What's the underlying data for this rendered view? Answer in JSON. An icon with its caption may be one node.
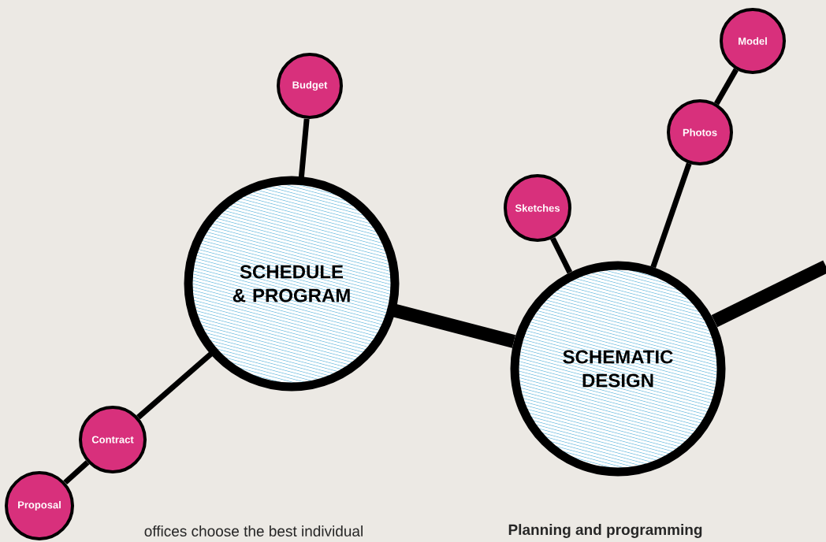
{
  "diagram": {
    "nodes": [
      {
        "text": [
          "Budget"
        ]
      },
      {
        "text": [
          "SCHEDULE & PROGRAM"
        ]
      },
      {
        "text": [
          "Contract"
        ]
      },
      {
        "text": [
          "Proposal"
        ]
      },
      {
        "text": [
          "Model"
        ]
      },
      {
        "text": [
          "Photos"
        ]
      },
      {
        "text": [
          "Sketches"
        ]
      },
      {
        "text": [
          "SCHEMATIC DESIGN"
        ]
      }
    ],
    "edges": [
      {
        "from": 1,
        "to": 0,
        "arrow": "none"
      },
      {
        "from": 2,
        "to": 1,
        "arrow": "none"
      },
      {
        "from": 3,
        "to": 2,
        "arrow": "none"
      },
      {
        "from": 1,
        "to": 7,
        "arrow": "none",
        "style": "thick"
      },
      {
        "from": 7,
        "to": 6,
        "arrow": "none"
      },
      {
        "from": 7,
        "to": 5,
        "arrow": "none"
      },
      {
        "from": 5,
        "to": 4,
        "arrow": "none"
      },
      {
        "from": 7,
        "to": null,
        "arrow": "none",
        "style": "thick"
      }
    ],
    "labels": [
      "offices choose the best individual",
      "**Planning and programming**"
    ]
  }
}
